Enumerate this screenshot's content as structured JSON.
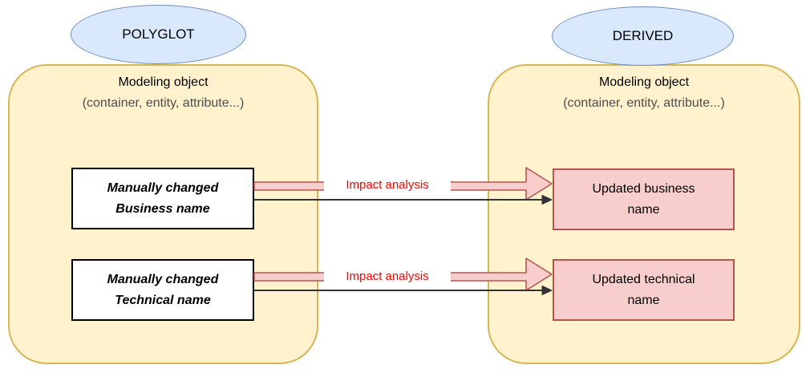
{
  "diagram": {
    "left_group": {
      "tag": "POLYGLOT",
      "container_title": "Modeling object",
      "container_subtitle": "(container, entity, attribute...)",
      "boxes": [
        {
          "line1": "Manually changed",
          "line2": "Business name"
        },
        {
          "line1": "Manually changed",
          "line2": "Technical name"
        }
      ]
    },
    "right_group": {
      "tag": "DERIVED",
      "container_title": "Modeling object",
      "container_subtitle": "(container, entity, attribute...)",
      "boxes": [
        {
          "line1": "Updated business",
          "line2": "name"
        },
        {
          "line1": "Updated technical",
          "line2": "name"
        }
      ]
    },
    "arrows": [
      {
        "label": "Impact analysis"
      },
      {
        "label": "Impact analysis"
      }
    ],
    "colors": {
      "ellipse_fill": "#dae8fc",
      "ellipse_stroke": "#6c8ebf",
      "container_fill": "#fff2cc",
      "container_stroke": "#d6b656",
      "highlight_fill": "#f8cecc",
      "highlight_stroke": "#b85450",
      "impact_label_text": "#ff0000",
      "plain_arrow": "#333333"
    }
  }
}
